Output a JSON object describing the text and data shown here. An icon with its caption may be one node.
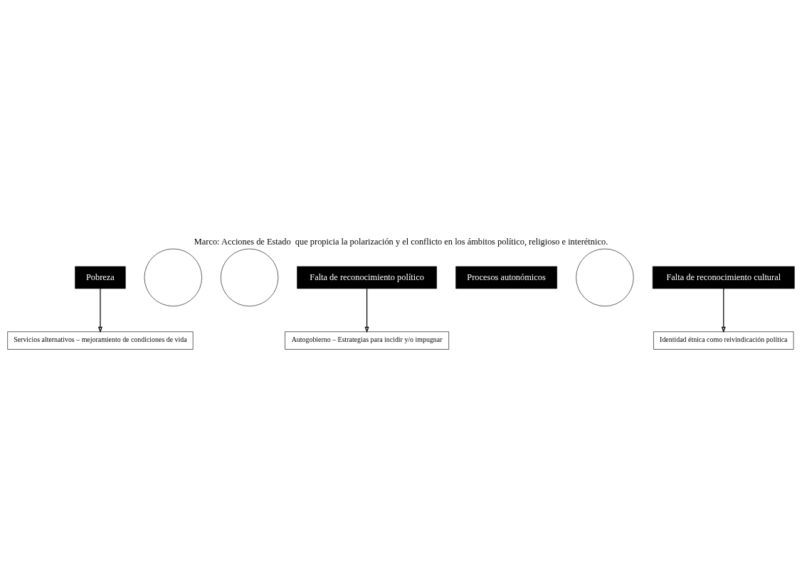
{
  "diagram": {
    "title": "Marco: Acciones de Estado  que propicia la polarización y el conflicto en los ámbitos político, religioso e interétnico.",
    "nodes": [
      {
        "text": [
          "Pobreza"
        ]
      },
      {
        "text": [],
        "shape": "circle"
      },
      {
        "text": [],
        "shape": "circle"
      },
      {
        "text": [
          "Falta de reconocimiento político"
        ]
      },
      {
        "text": [
          "Procesos autonómicos"
        ]
      },
      {
        "text": [],
        "shape": "circle"
      },
      {
        "text": [
          "Servicios alternativos – mejoramiento de condiciones de vida"
        ]
      },
      {
        "text": [
          "Autogobierno – Estrategias para incidir y/o impugnar"
        ]
      },
      {
        "text": [
          "Falta de reconocimiento cultural"
        ]
      },
      {
        "text": [
          "Identidad étnica como reivindicación política"
        ]
      }
    ],
    "edges": [
      {
        "from": 0,
        "to": 6,
        "arrow": "to"
      },
      {
        "from": 3,
        "to": 7,
        "arrow": "to"
      },
      {
        "from": 8,
        "to": 9,
        "arrow": "to"
      }
    ]
  }
}
